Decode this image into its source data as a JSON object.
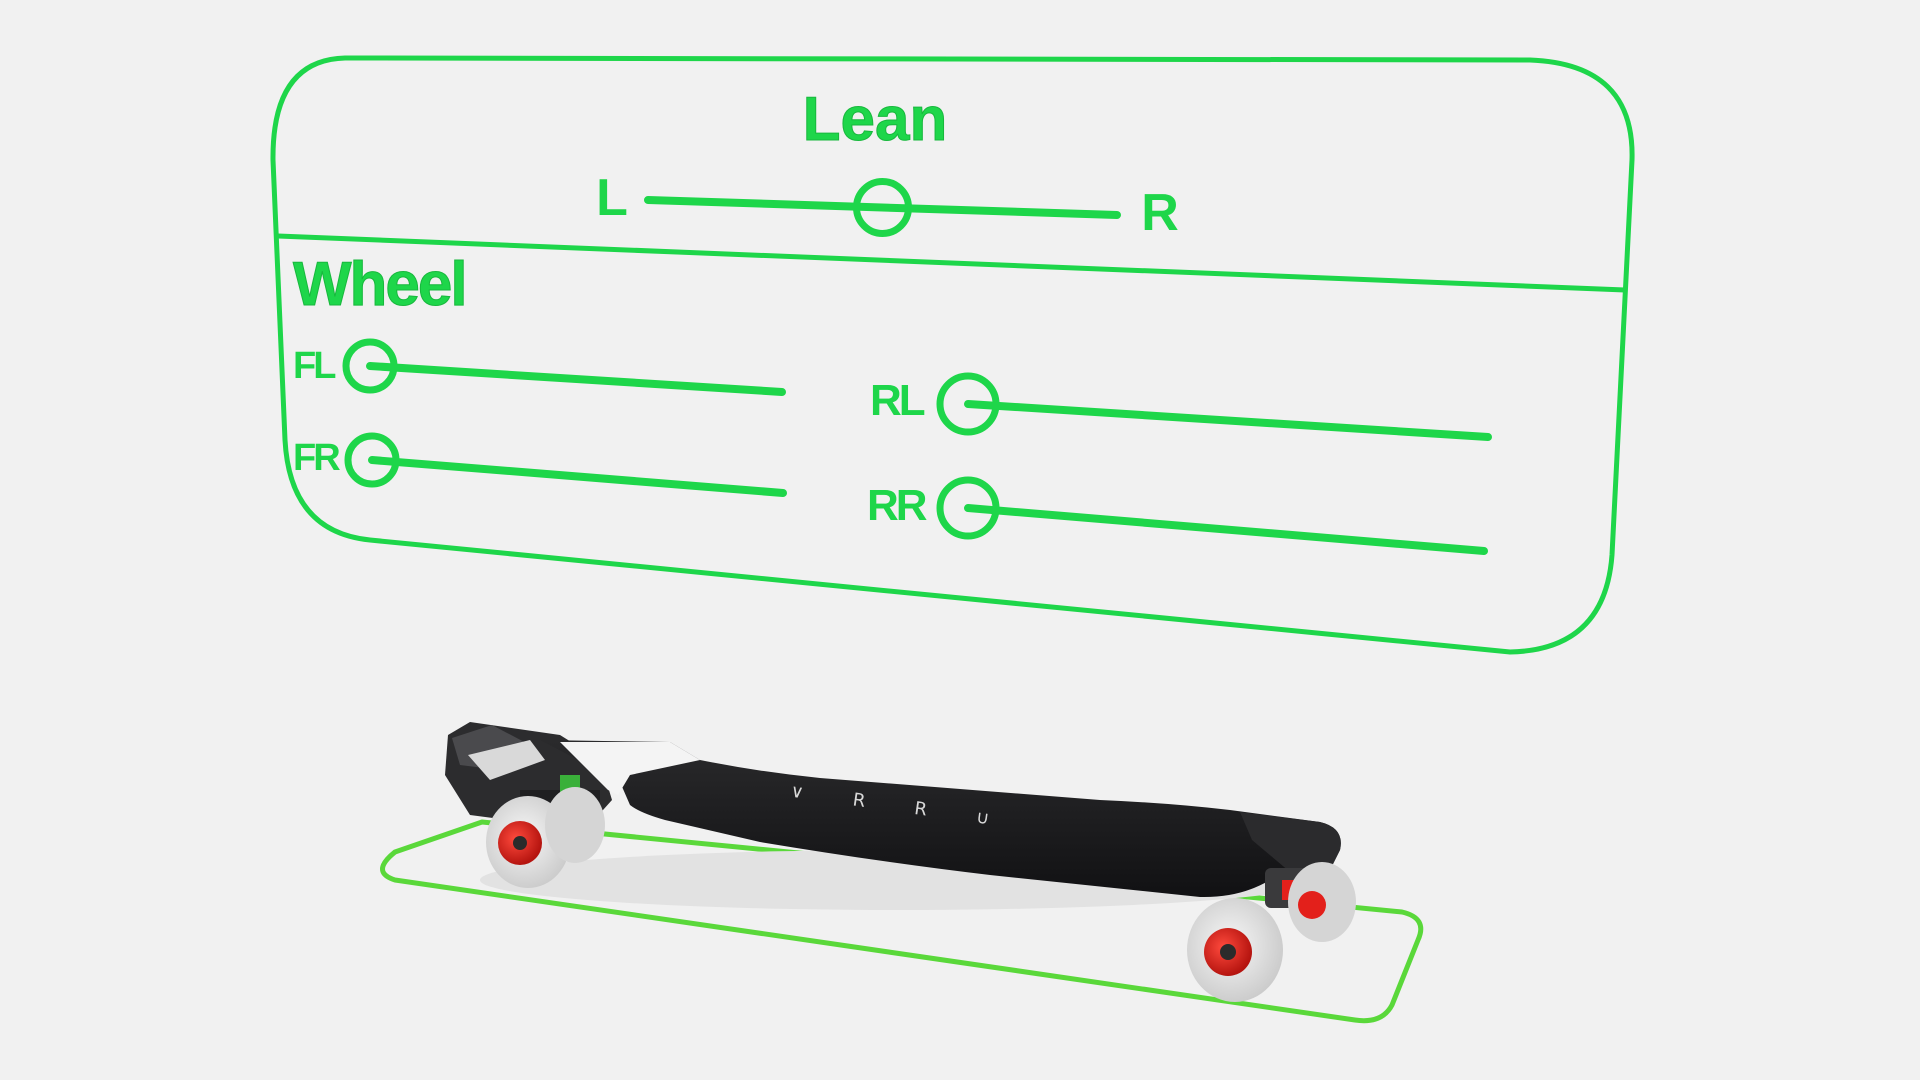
{
  "colors": {
    "accent": "#1ed64a",
    "background": "#f1f1f1",
    "deck": "#1c1c1e",
    "wheel": "#e2e2e2",
    "hub": "#e3201b"
  },
  "lean": {
    "title": "Lean",
    "left_label": "L",
    "right_label": "R",
    "value": 0.5
  },
  "wheel": {
    "title": "Wheel",
    "fl": {
      "label": "FL",
      "value": 0.0
    },
    "fr": {
      "label": "FR",
      "value": 0.0
    },
    "rl": {
      "label": "RL",
      "value": 0.0
    },
    "rr": {
      "label": "RR",
      "value": 0.0
    }
  },
  "board": {
    "brand_text": "∨ R R ∪"
  }
}
